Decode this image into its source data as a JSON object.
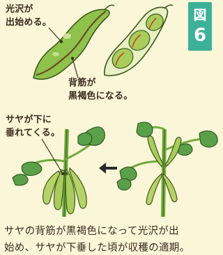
{
  "figure": {
    "badge_kanji": "図",
    "badge_number": "6",
    "badge_color": "#3db09a"
  },
  "annotations": {
    "gloss": [
      "光沢が",
      "出始める。"
    ],
    "spine": [
      "背筋が",
      "黒褐色になる。"
    ],
    "droop": [
      "サヤが下に",
      "垂れてくる。"
    ]
  },
  "caption": [
    "サヤの背筋が黒褐色になって光沢が出",
    "始め、サヤが下垂した頃が収穫の適期。"
  ],
  "colors": {
    "background": "#fbf6d8",
    "pod_green": "#8fc24a",
    "bean_green": "#a9cc5a",
    "leaf_green": "#5aa04a",
    "pod_spine": "#6b4a2a"
  },
  "icons": [
    "arrow-left-icon"
  ]
}
